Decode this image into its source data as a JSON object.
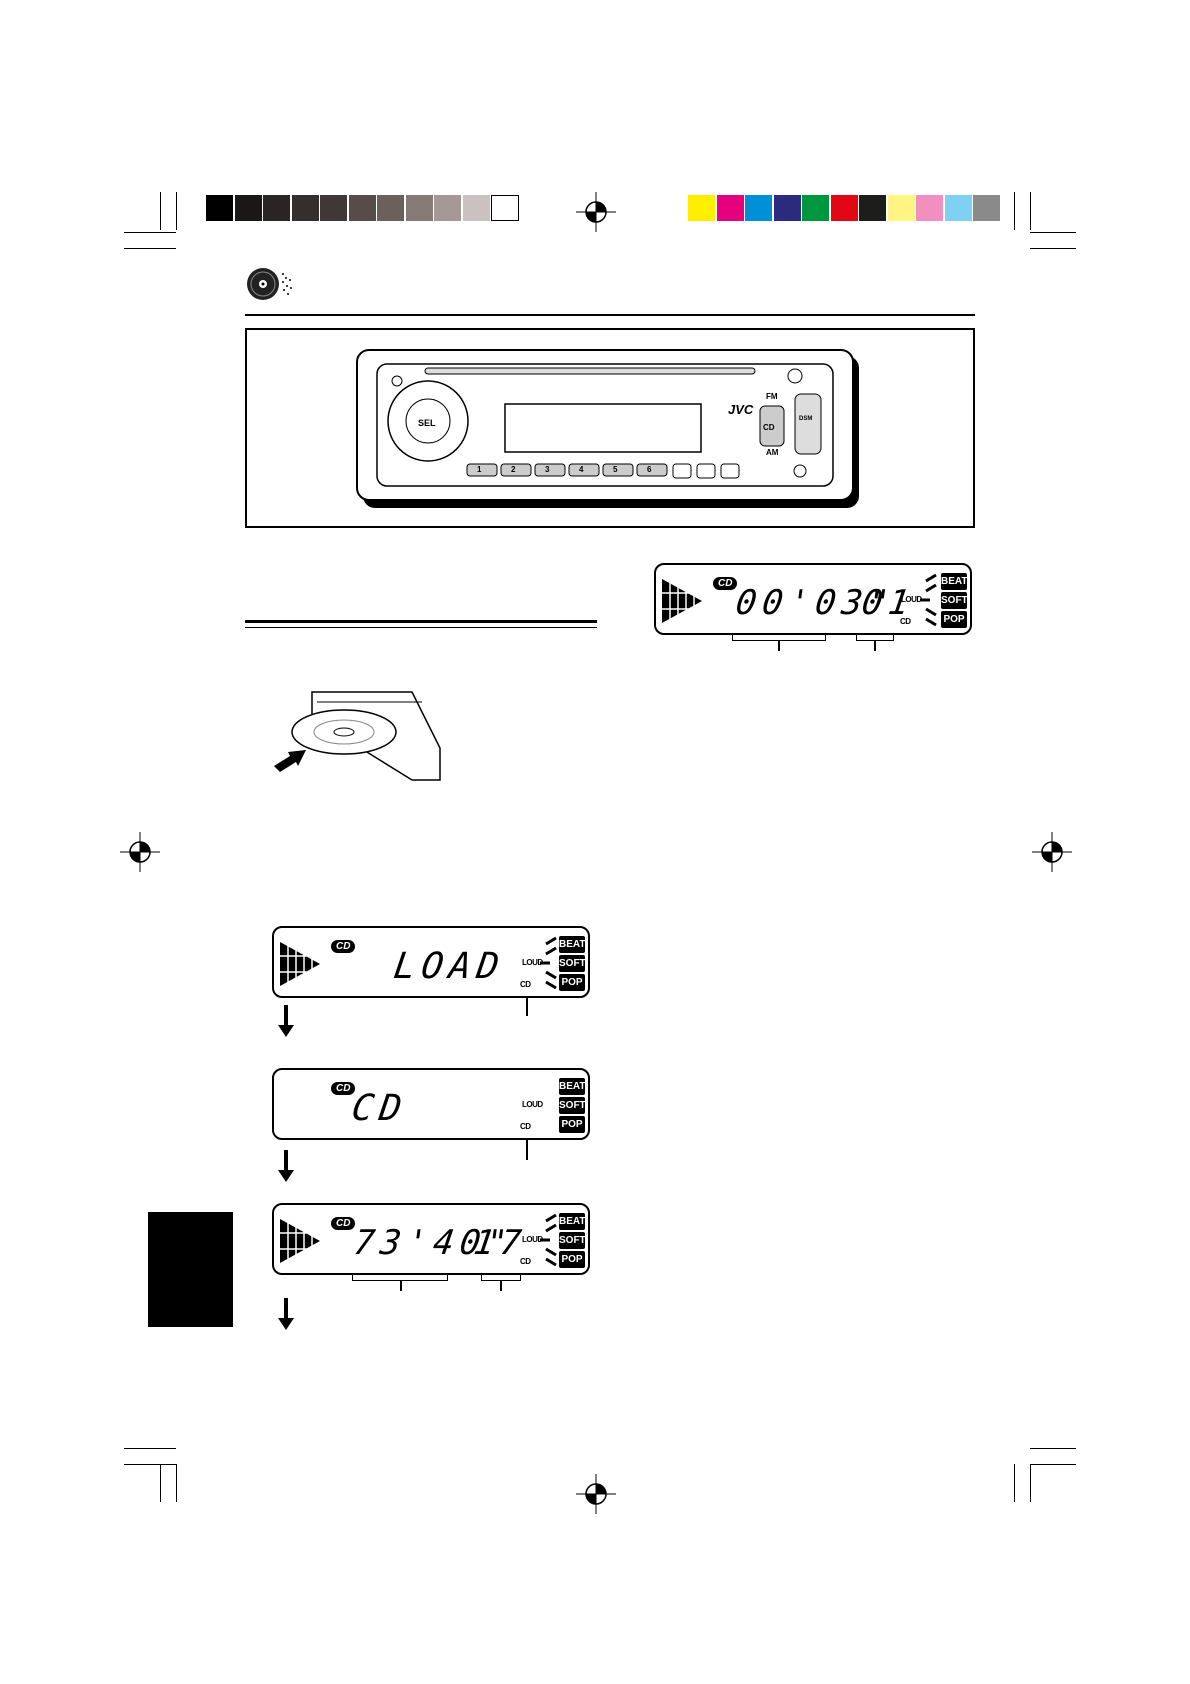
{
  "color_bars": {
    "grayscale": [
      "#000000",
      "#1a1716",
      "#2a2524",
      "#342e2c",
      "#403836",
      "#564c49",
      "#6b605c",
      "#857a76",
      "#a49997",
      "#cac2c0",
      "#ffffff"
    ],
    "colors": [
      "#ffee00",
      "#e6007e",
      "#0090d8",
      "#2b2a7f",
      "#009640",
      "#e30613",
      "#1d1d1b",
      "#fff484",
      "#f08fc0",
      "#7fd0f2",
      "#8a8a8a"
    ]
  },
  "brand": "JVC",
  "faceplate": {
    "labels": {
      "sel": "SEL",
      "fm": "FM",
      "am": "AM",
      "cd": "CD",
      "dsm": "DSM"
    },
    "presets": [
      "1",
      "2",
      "3",
      "4",
      "5",
      "6"
    ]
  },
  "displays": [
    {
      "badge": "CD",
      "main": "00'03\"",
      "track": "01",
      "modes": [
        "BEAT",
        "SOFT",
        "POP"
      ],
      "loud": "LOUD",
      "disc": "CD"
    },
    {
      "badge": "CD",
      "main": "LOAD",
      "track": "",
      "modes": [
        "BEAT",
        "SOFT",
        "POP"
      ],
      "loud": "LOUD",
      "disc": "CD"
    },
    {
      "badge": "CD",
      "main": "CD",
      "track": "",
      "modes": [
        "BEAT",
        "SOFT",
        "POP"
      ],
      "loud": "LOUD",
      "disc": "CD"
    },
    {
      "badge": "CD",
      "main": "73'40\"",
      "track": "17",
      "modes": [
        "BEAT",
        "SOFT",
        "POP"
      ],
      "loud": "LOUD",
      "disc": "CD"
    }
  ]
}
